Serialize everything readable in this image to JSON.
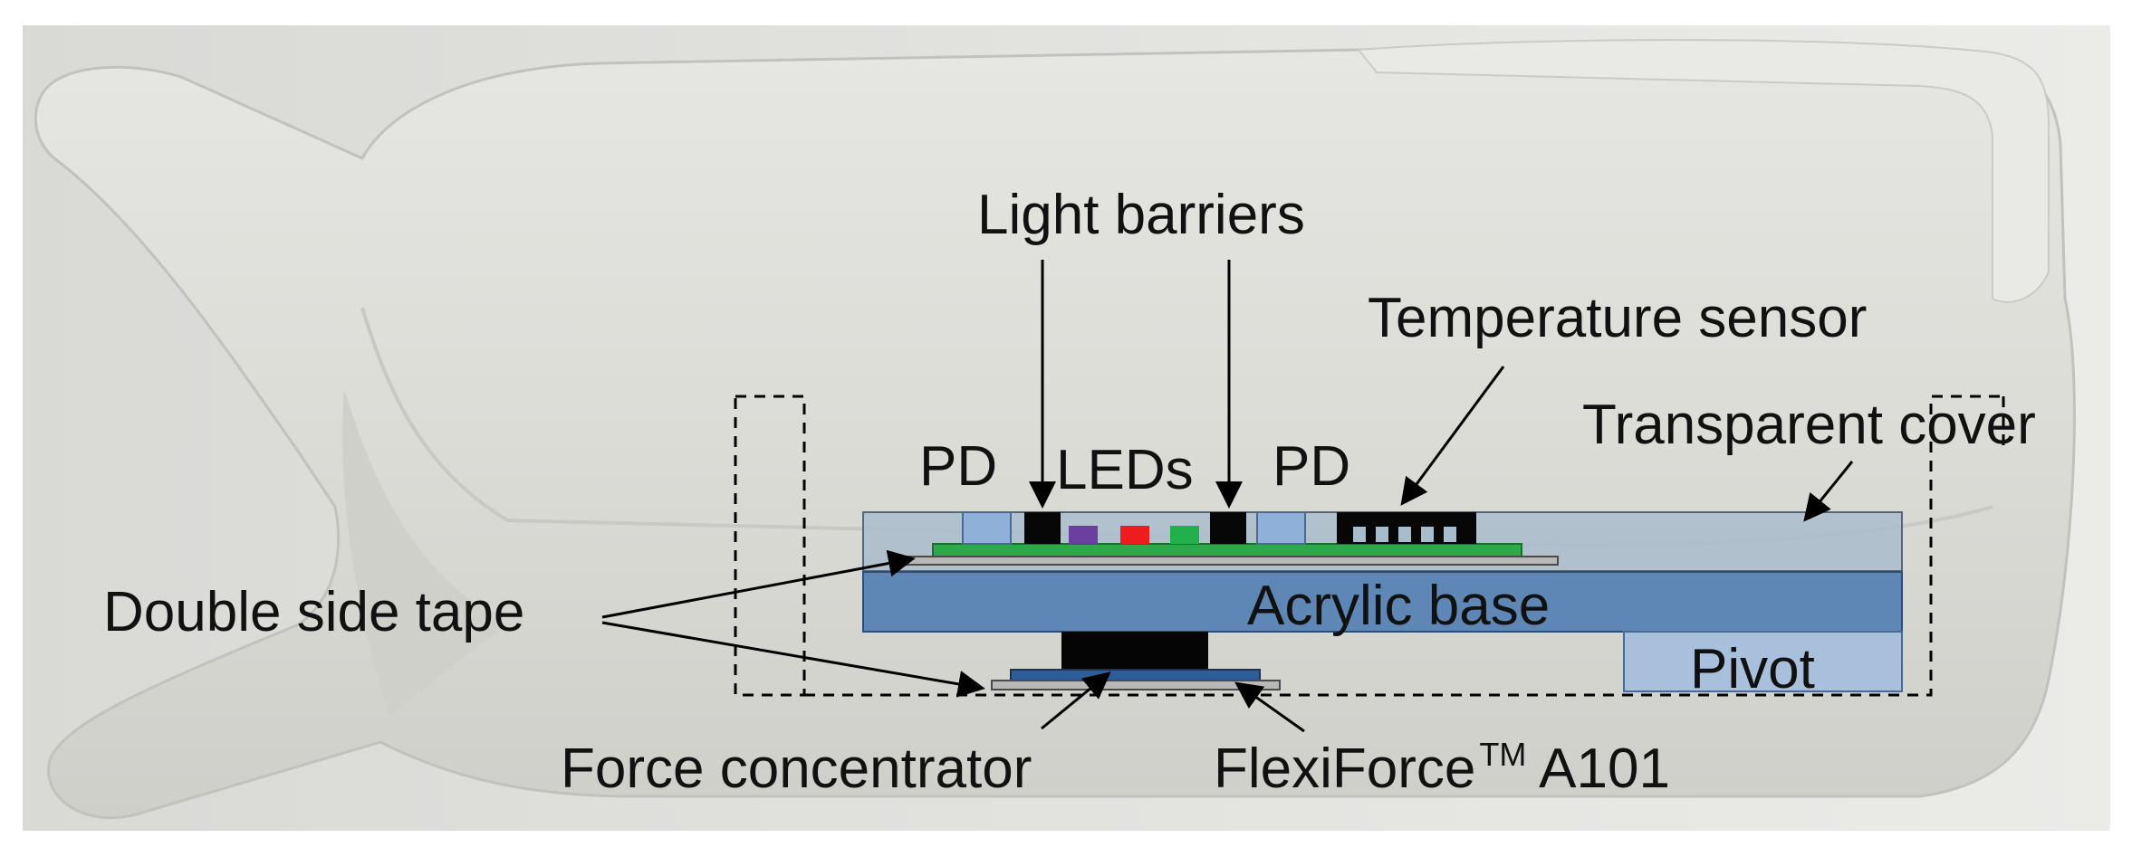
{
  "labels": {
    "light_barriers": "Light barriers",
    "temperature_sensor": "Temperature sensor",
    "transparent_cover": "Transparent cover",
    "pd_left": "PD",
    "leds": "LEDs",
    "pd_right": "PD",
    "double_side_tape": "Double side tape",
    "acrylic_base": "Acrylic base",
    "pivot": "Pivot",
    "force_concentrator": "Force concentrator",
    "flexiforce_name": "FlexiForce",
    "flexiforce_tm": "TM",
    "flexiforce_model": " A101"
  },
  "colors": {
    "device_body": "#dcdcd8",
    "transparent_cover": "#a9bccb",
    "acrylic_base": "#5f87b5",
    "pivot": "#a9c0dc",
    "pcb": "#2ea84a",
    "photodiode": "#8fb0d8",
    "led_purple": "#6a3fa0",
    "led_red": "#ee1c1c",
    "led_green": "#22b04a",
    "tape": "#b8b8b8",
    "force_sensor": "#2d5e9a",
    "force_concentrator": "#050505"
  },
  "icons": [
    "photodiode-icon",
    "led-icon",
    "light-barrier-icon",
    "temperature-sensor-icon"
  ]
}
